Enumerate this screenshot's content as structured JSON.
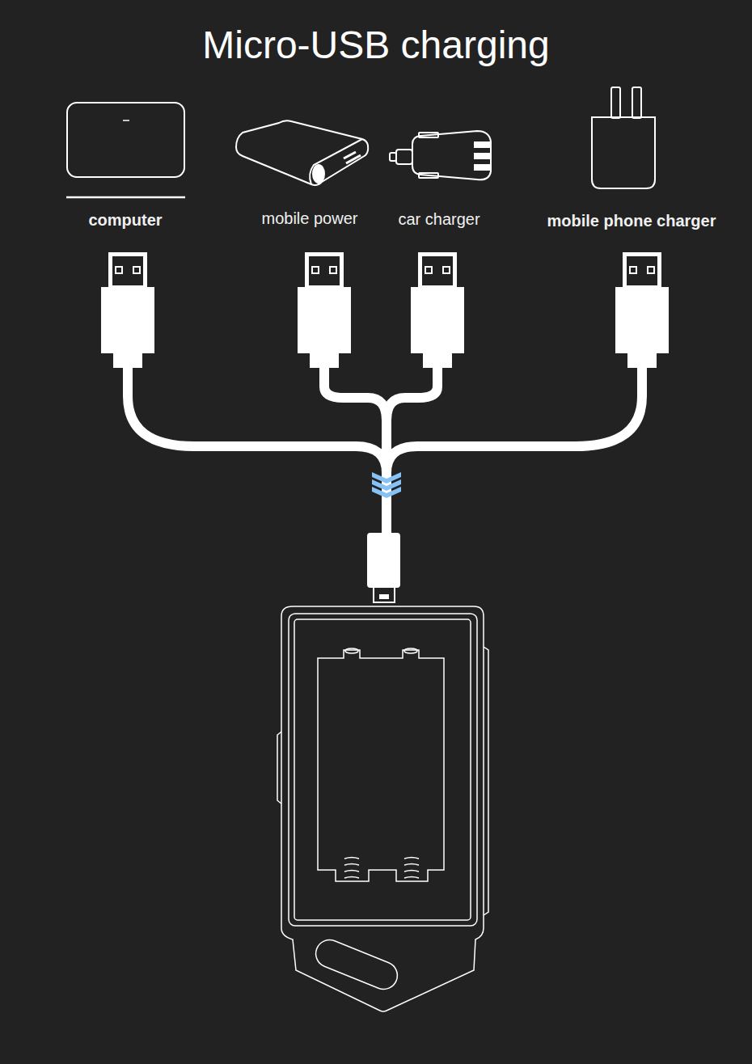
{
  "diagram": {
    "title": "Micro-USB charging",
    "nodes": [
      {
        "text": [
          "computer"
        ]
      },
      {
        "text": [
          "mobile power"
        ]
      },
      {
        "text": [
          "car charger"
        ]
      },
      {
        "text": [
          "mobile phone charger"
        ]
      }
    ]
  }
}
